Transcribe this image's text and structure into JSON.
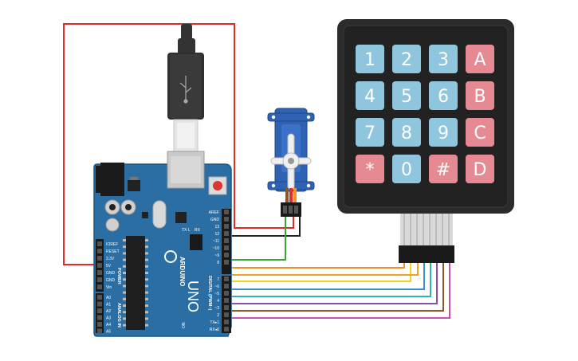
{
  "colors": {
    "board": "#2a6ea3",
    "board_edge": "#1f5684",
    "key_blue": "#8fc5dd",
    "key_red": "#e58a93",
    "keypad_body": "#2b2b2b",
    "wire_red": "#e52a2a",
    "wire_black": "#222222",
    "wire_green": "#3aa53a",
    "wire_orange": "#f29126",
    "wire_yellow": "#f2d21a",
    "wire_blue": "#3a8fd0",
    "wire_teal": "#30b5ac",
    "wire_purple": "#8e4f9e",
    "wire_brown": "#8b5a2b",
    "wire_magenta": "#c94fb0"
  },
  "keypad": {
    "keys": [
      {
        "label": "1",
        "type": "num"
      },
      {
        "label": "2",
        "type": "num"
      },
      {
        "label": "3",
        "type": "num"
      },
      {
        "label": "A",
        "type": "letter"
      },
      {
        "label": "4",
        "type": "num"
      },
      {
        "label": "5",
        "type": "num"
      },
      {
        "label": "6",
        "type": "num"
      },
      {
        "label": "B",
        "type": "letter"
      },
      {
        "label": "7",
        "type": "num"
      },
      {
        "label": "8",
        "type": "num"
      },
      {
        "label": "9",
        "type": "num"
      },
      {
        "label": "C",
        "type": "letter"
      },
      {
        "label": "*",
        "type": "letter"
      },
      {
        "label": "0",
        "type": "num"
      },
      {
        "label": "#",
        "type": "letter"
      },
      {
        "label": "D",
        "type": "letter"
      }
    ]
  },
  "arduino": {
    "brand": "ARDUINO",
    "model": "UNO",
    "digital_label": "DIGITAL (PWM~)",
    "power_label": "POWER",
    "analog_label": "ANALOG IN",
    "l_label": "L",
    "tx_label": "TX",
    "rx_label": "RX",
    "on_label": "ON",
    "digital_pins": [
      "AREF",
      "GND",
      "13",
      "12",
      "~11",
      "~10",
      "~9",
      "8",
      "7",
      "~6",
      "~5",
      "4",
      "~3",
      "2",
      "TX▸1",
      "RX◂0"
    ],
    "power_pins": [
      "IOREF",
      "RESET",
      "3.3V",
      "5V",
      "GND",
      "GND",
      "Vin"
    ],
    "analog_pins": [
      "A0",
      "A1",
      "A2",
      "A3",
      "A4",
      "A5"
    ]
  }
}
